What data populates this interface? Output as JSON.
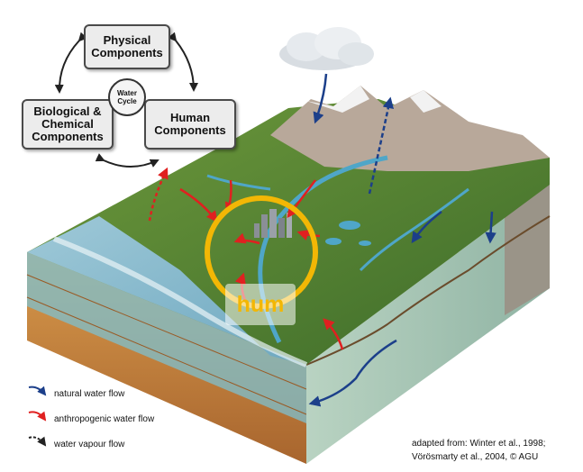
{
  "concept_map": {
    "physical": "Physical\nComponents",
    "biological": "Biological &\nChemical\nComponents",
    "human": "Human\nComponents",
    "cycle": "Water\nCycle"
  },
  "highlight_label": "hum",
  "legend": [
    {
      "label": "natural water flow",
      "color": "#1c3f8a",
      "icon": "natural-flow-arrow-icon"
    },
    {
      "label": "anthropogenic water flow",
      "color": "#e02020",
      "icon": "anthropogenic-flow-arrow-icon"
    },
    {
      "label": "water vapour flow",
      "color": "#000000",
      "icon": "vapour-flow-arrow-icon"
    }
  ],
  "credit": "adapted from: Winter et al., 1998;\nVörösmarty et al., 2004, © AGU",
  "colors": {
    "highlight_ring": "#f2b705",
    "natural": "#1c3f8a",
    "anthropogenic": "#e02020",
    "vapour": "#000000"
  }
}
